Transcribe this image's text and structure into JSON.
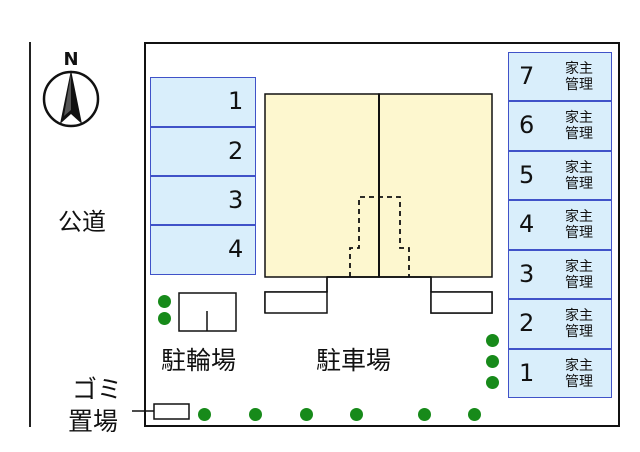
{
  "compass": {
    "north_label": "N"
  },
  "road": {
    "label": "公道"
  },
  "left_parking": {
    "slots": [
      "1",
      "2",
      "3",
      "4"
    ]
  },
  "right_parking": {
    "slots": [
      {
        "number": "7",
        "note_line1": "家主",
        "note_line2": "管理"
      },
      {
        "number": "6",
        "note_line1": "家主",
        "note_line2": "管理"
      },
      {
        "number": "5",
        "note_line1": "家主",
        "note_line2": "管理"
      },
      {
        "number": "4",
        "note_line1": "家主",
        "note_line2": "管理"
      },
      {
        "number": "3",
        "note_line1": "家主",
        "note_line2": "管理"
      },
      {
        "number": "2",
        "note_line1": "家主",
        "note_line2": "管理"
      },
      {
        "number": "1",
        "note_line1": "家主",
        "note_line2": "管理"
      }
    ]
  },
  "labels": {
    "bicycle_parking": "駐輪場",
    "car_parking": "駐車場",
    "garbage_line1": "ゴミ",
    "garbage_line2": "置場"
  },
  "colors": {
    "parking_fill": "#d9eefb",
    "parking_border": "#4052c8",
    "building_fill": "#fdf7cf",
    "tree": "#178a1a"
  }
}
